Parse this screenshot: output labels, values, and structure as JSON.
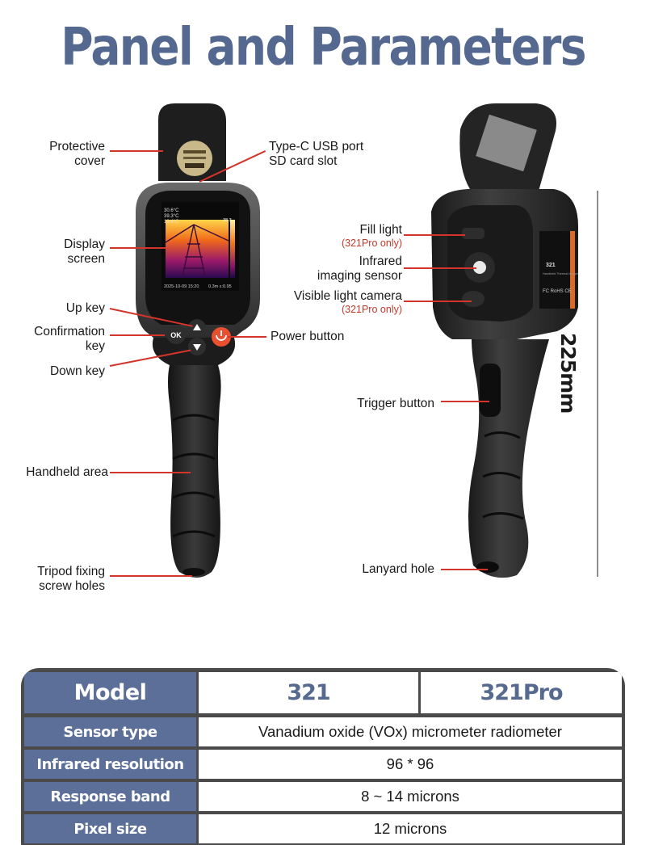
{
  "title": "Panel and Parameters",
  "dimension": "225mm",
  "screen": {
    "temp_1": "30.6°C",
    "temp_2": "39.3°C",
    "temp_3": "13.4°C",
    "scale_top": "38.3",
    "timestamp": "2025-10-09 15:20",
    "distance": "0.3m",
    "emissivity": "ε:0.95"
  },
  "brand": {
    "model_text": "321",
    "sub_text": "Handheld Thermal Imager",
    "cert": "FC RoHS CE"
  },
  "keys": {
    "ok": "OK"
  },
  "labels_left": {
    "protective_cover": [
      "Protective",
      "cover"
    ],
    "display_screen": [
      "Display",
      "screen"
    ],
    "up_key": "Up key",
    "confirmation_key": [
      "Confirmation",
      "key"
    ],
    "down_key": "Down key",
    "handheld_area": "Handheld area",
    "tripod": [
      "Tripod fixing",
      "screw holes"
    ]
  },
  "labels_mid": {
    "usb": [
      "Type-C USB port",
      "SD card slot"
    ],
    "power": "Power button",
    "fill_light": "Fill light",
    "fill_light_note": "(321Pro only)",
    "infrared": [
      "Infrared",
      "imaging sensor"
    ],
    "visible_camera": "Visible light camera",
    "visible_camera_note": "(321Pro only)",
    "trigger": "Trigger button",
    "lanyard": "Lanyard hole"
  },
  "table": {
    "header": {
      "label": "Model",
      "col1": "321",
      "col2": "321Pro"
    },
    "rows": [
      {
        "label": "Sensor type",
        "value": "Vanadium oxide (VOx) micrometer radiometer"
      },
      {
        "label": "Infrared resolution",
        "value": "96 * 96"
      },
      {
        "label": "Response band",
        "value": "8 ~ 14 microns"
      },
      {
        "label": "Pixel size",
        "value": "12 microns"
      }
    ]
  },
  "colors": {
    "title": "#55688f",
    "header_bg": "#5b6f99",
    "line": "#d3352b",
    "body": "#2a2a2a",
    "power": "#e8502f"
  }
}
